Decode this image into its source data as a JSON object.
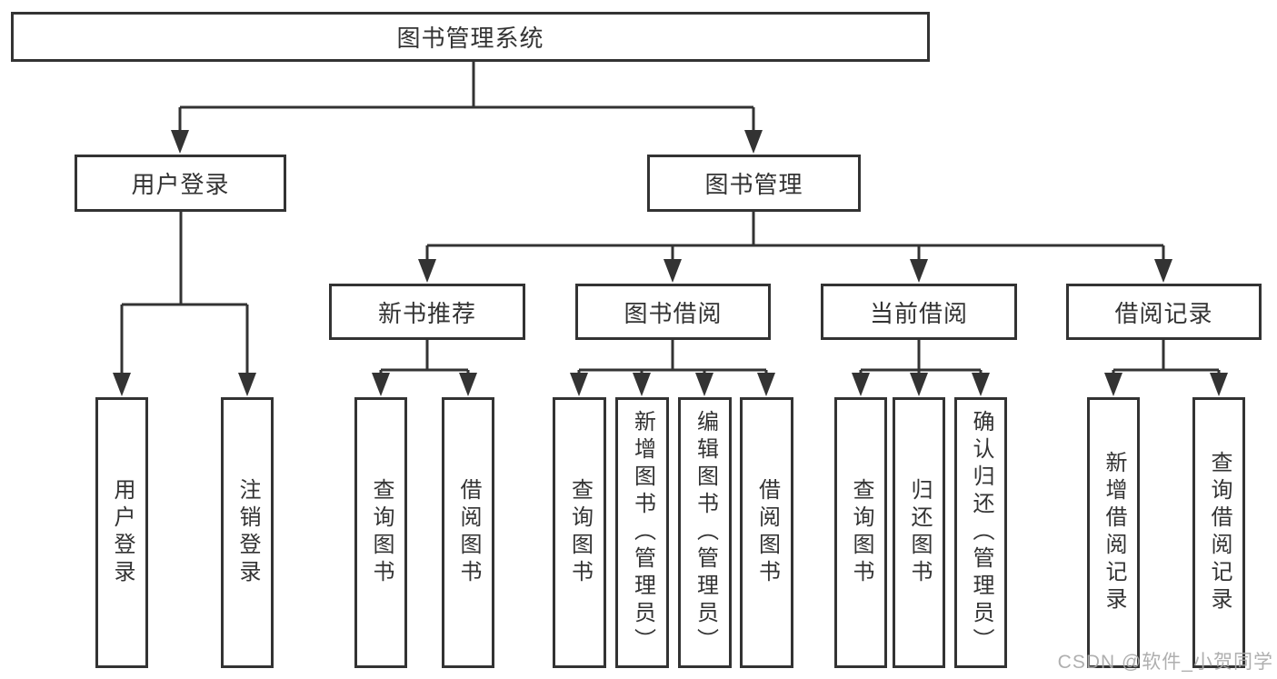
{
  "tree": {
    "root": "图书管理系统",
    "children": [
      {
        "label": "用户登录",
        "children": [
          "用户登录",
          "注销登录"
        ]
      },
      {
        "label": "图书管理",
        "children": [
          {
            "label": "新书推荐",
            "children": [
              "查询图书",
              "借阅图书"
            ]
          },
          {
            "label": "图书借阅",
            "children": [
              "查询图书",
              "新增图书（管理员）",
              "编辑图书（管理员）",
              "借阅图书"
            ]
          },
          {
            "label": "当前借阅",
            "children": [
              "查询图书",
              "归还图书",
              "确认归还（管理员）"
            ]
          },
          {
            "label": "借阅记录",
            "children": [
              "新增借阅记录",
              "查询借阅记录"
            ]
          }
        ]
      }
    ]
  },
  "watermark": "CSDN @软件_小贺同学",
  "colors": {
    "line": "#333333",
    "text": "#333333",
    "watermark": "#a8a8a8",
    "background": "#ffffff"
  }
}
